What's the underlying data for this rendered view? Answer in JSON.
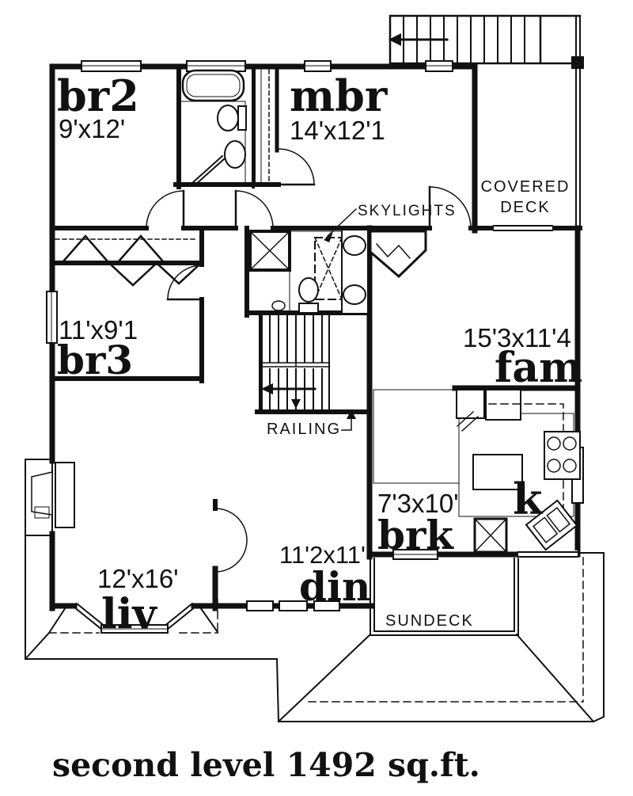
{
  "colors": {
    "ink": "#111111",
    "paper": "#ffffff"
  },
  "rooms": {
    "br2": {
      "label": "br2",
      "dims": "9'x12'"
    },
    "mbr": {
      "label": "mbr",
      "dims": "14'x12'1"
    },
    "br3": {
      "label": "br3",
      "dims": "11'x9'1"
    },
    "fam": {
      "label": "fam",
      "dims": "15'3x11'4"
    },
    "liv": {
      "label": "liv",
      "dims": "12'x16'"
    },
    "din": {
      "label": "din",
      "dims": "11'2x11'"
    },
    "brk": {
      "label": "brk",
      "dims": "7'3x10'"
    },
    "kitchen": {
      "label": "k"
    }
  },
  "annotations": {
    "covered_deck_line1": "COVERED",
    "covered_deck_line2": "DECK",
    "skylights": "SKYLIGHTS",
    "railing": "RAILING",
    "sundeck": "SUNDECK"
  },
  "caption": "second level 1492 sq.ft."
}
